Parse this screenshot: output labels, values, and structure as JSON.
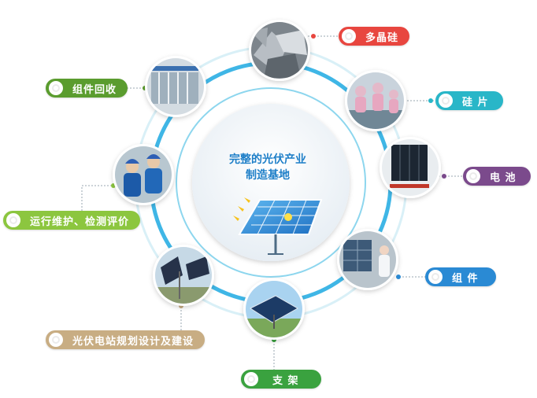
{
  "center": {
    "title_line1": "完整的光伏产业",
    "title_line2": "制造基地"
  },
  "colors": {
    "ring_outer": "#d9f0f7",
    "ring_mid": "#3fb6e6",
    "ring_inner": "#8dd6ee",
    "center_fill": "#f4f8fb",
    "polysilicon": "#e8463f",
    "wafer": "#29b6c8",
    "cell": "#7b4a8c",
    "module": "#2a8ad4",
    "bracket": "#3aa23f",
    "design_build": "#c8ad83",
    "om": "#8cc63f",
    "recycling": "#5a9c2e"
  },
  "nodes": [
    {
      "id": "polysilicon",
      "label": "多晶硅",
      "icon": "polysilicon-chunks-photo"
    },
    {
      "id": "wafer",
      "label": "硅 片",
      "icon": "wafer-factory-workers-photo"
    },
    {
      "id": "cell",
      "label": "电 池",
      "icon": "solar-cell-photo"
    },
    {
      "id": "module",
      "label": "组 件",
      "icon": "module-production-line-photo"
    },
    {
      "id": "bracket",
      "label": "支 架",
      "icon": "panel-bracket-field-photo"
    },
    {
      "id": "design_build",
      "label": "光伏电站规划设计及建设",
      "icon": "tracker-installation-photo"
    },
    {
      "id": "om",
      "label": "运行维护、检测评价",
      "icon": "inspection-workers-photo"
    },
    {
      "id": "recycling",
      "label": "组件回收",
      "icon": "recycling-equipment-photo"
    }
  ]
}
